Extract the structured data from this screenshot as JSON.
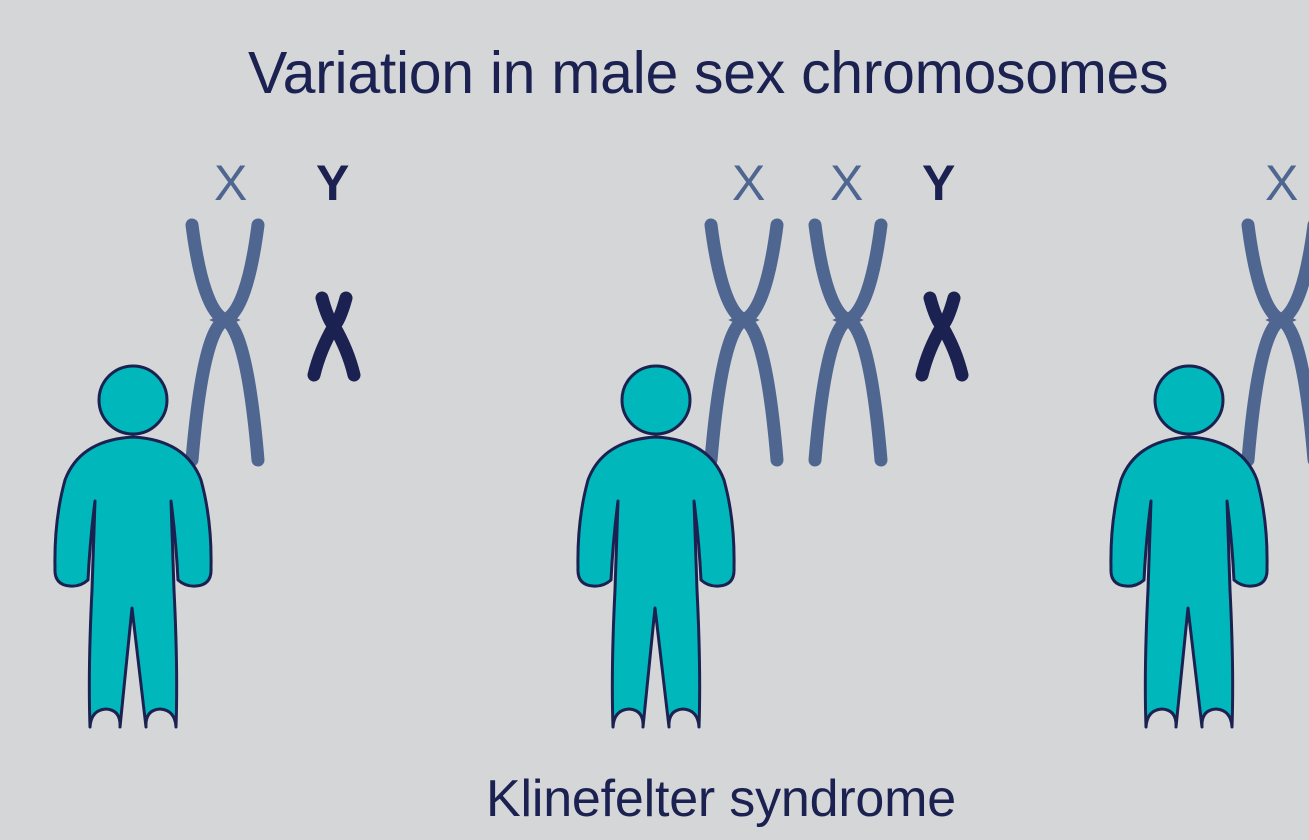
{
  "title": "Variation in male sex chromosomes",
  "caption": "Klinefelter syndrome",
  "colors": {
    "background": "#d5d6d8",
    "text": "#1b2150",
    "x_chromosome": "#4e6690",
    "y_chromosome": "#1b2150",
    "person_fill": "#00b8bc",
    "person_outline": "#1b2150"
  },
  "groups": [
    {
      "name": "typical",
      "labels": [
        "X",
        "Y"
      ],
      "chromosomes": [
        "X",
        "Y"
      ]
    },
    {
      "name": "klinefelter",
      "labels": [
        "X",
        "X",
        "Y"
      ],
      "chromosomes": [
        "X",
        "X",
        "Y"
      ]
    },
    {
      "name": "third",
      "labels": [
        "X"
      ],
      "chromosomes": [
        "X"
      ]
    }
  ]
}
